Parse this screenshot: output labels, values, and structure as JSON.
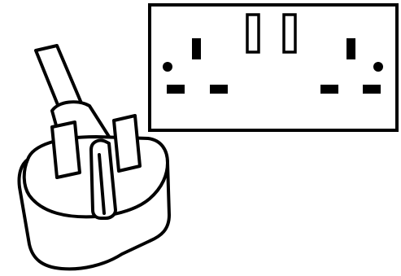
{
  "illustration": {
    "subject": "uk-plug-and-double-socket",
    "stroke_color": "#000000",
    "fill_color": "#ffffff",
    "socket_outlets": 2,
    "socket_switches": 2,
    "plug_pins": 3
  }
}
